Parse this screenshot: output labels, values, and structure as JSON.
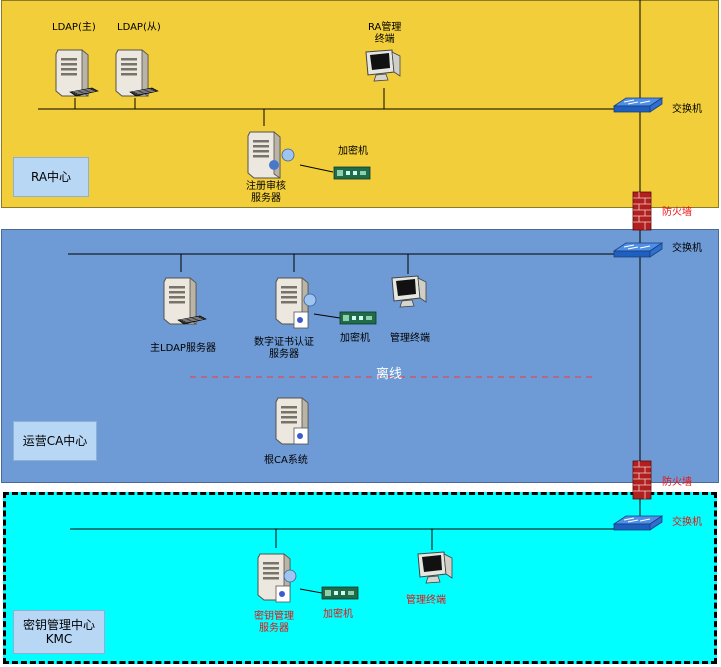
{
  "zones": {
    "ra": {
      "label": "RA中心"
    },
    "ca": {
      "label": "运营CA中心"
    },
    "kmc": {
      "label_line1": "密钥管理中心",
      "label_line2": "KMC"
    }
  },
  "ra": {
    "ldap_master": "LDAP(主)",
    "ldap_slave": "LDAP(从)",
    "ra_terminal_line1": "RA管理",
    "ra_terminal_line2": "终端",
    "audit_server_line1": "注册审核",
    "audit_server_line2": "服务器",
    "encryptor": "加密机",
    "switch": "交换机"
  },
  "firewall_1": "防火墙",
  "ca": {
    "switch": "交换机",
    "ldap_server": "主LDAP服务器",
    "cert_server_line1": "数字证书认证",
    "cert_server_line2": "服务器",
    "encryptor": "加密机",
    "mgmt_terminal": "管理终端",
    "offline": "离线",
    "root_ca": "根CA系统"
  },
  "firewall_2": "防火墙",
  "kmc": {
    "switch": "交换机",
    "key_server_line1": "密钥管理",
    "key_server_line2": "服务器",
    "encryptor": "加密机",
    "mgmt_terminal": "管理终端"
  },
  "colors": {
    "ra_zone": "#f2cf3a",
    "ca_zone": "#6e9bd6",
    "kmc_zone": "#00ffff",
    "offline_line": "#e0485a",
    "kmc_label_text": "#ee1111"
  }
}
